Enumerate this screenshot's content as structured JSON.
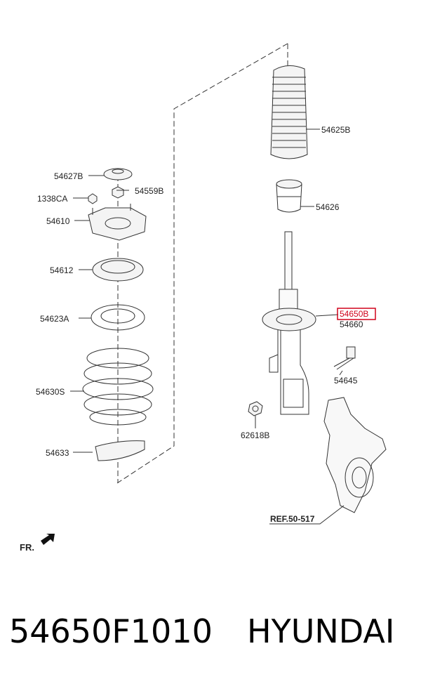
{
  "diagram": {
    "labels": {
      "p54627B": "54627B",
      "p54559B": "54559B",
      "p1338CA": "1338CA",
      "p54610": "54610",
      "p54612": "54612",
      "p54623A": "54623A",
      "p54630S": "54630S",
      "p54633": "54633",
      "p54625B": "54625B",
      "p54626": "54626",
      "p54650B": "54650B",
      "p54660": "54660",
      "p54645": "54645",
      "p62618B": "62618B",
      "ref": "REF.50-517",
      "fr": "FR."
    },
    "highlight_color": "#d0021b"
  },
  "footer": {
    "part_number": "54650F1010",
    "brand": "HYUNDAI"
  }
}
